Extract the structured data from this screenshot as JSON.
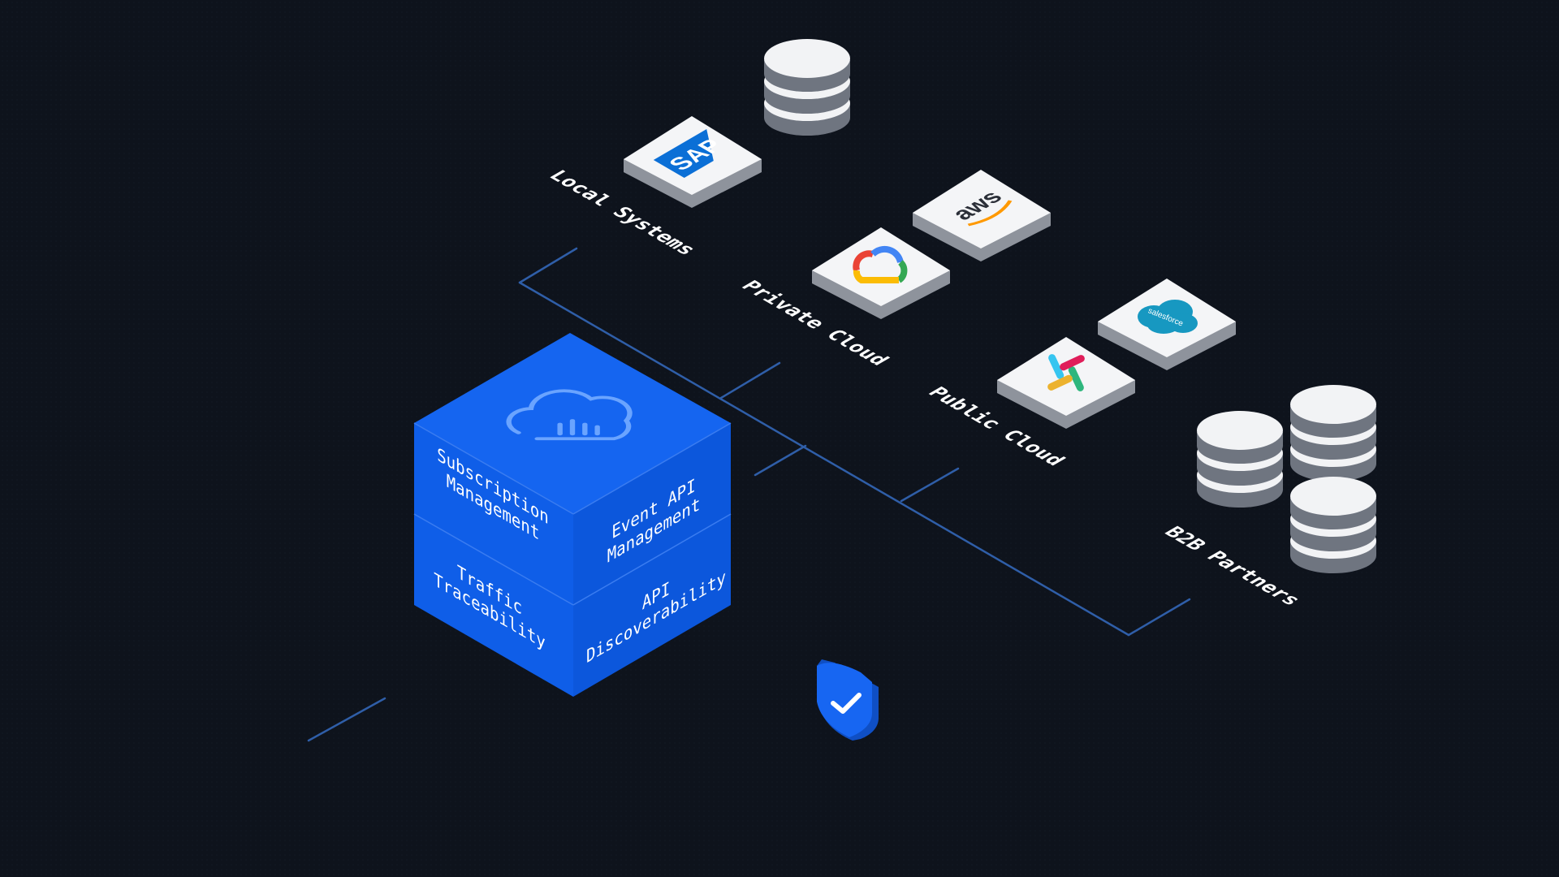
{
  "colors": {
    "background": "#0e131c",
    "connector": "#2f5ea8",
    "cube_top": "#1565f0",
    "cube_left": "#0f5ee8",
    "cube_right": "#0c57dc",
    "tile_top": "#f4f5f7",
    "tile_side": "#8e939c",
    "disk_top": "#f2f3f5",
    "disk_side": "#6f7580"
  },
  "groups": {
    "local_systems": "Local Systems",
    "private_cloud": "Private Cloud",
    "public_cloud": "Public Cloud",
    "b2b_partners": "B2B Partners"
  },
  "logos": {
    "sap": "SAP",
    "aws": "aws",
    "salesforce": "salesforce"
  },
  "cube": {
    "icon": "cloud-signal-icon",
    "faces": {
      "left_top": [
        "Subscription",
        "Management"
      ],
      "right_top": [
        "Event API",
        "Management"
      ],
      "left_bottom": [
        "Traffic",
        "Traceability"
      ],
      "right_bottom": [
        "API",
        "Discoverability"
      ]
    }
  },
  "shield": {
    "icon": "shield-check-icon",
    "color": "#1766f2"
  }
}
